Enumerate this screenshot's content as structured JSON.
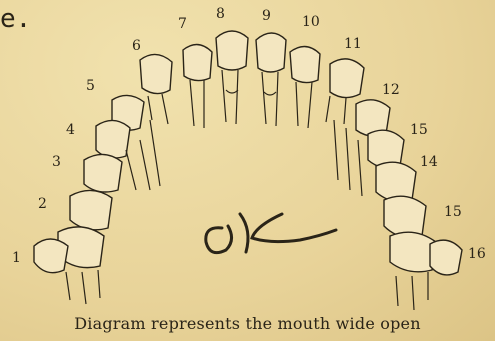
{
  "header_fragment": "e.",
  "tooth_numbers": {
    "n1": "1",
    "n2": "2",
    "n3": "3",
    "n4": "4",
    "n5": "5",
    "n6": "6",
    "n7": "7",
    "n8": "8",
    "n9": "9",
    "n10": "10",
    "n11": "11",
    "n12": "12",
    "n13": "15",
    "n14": "14",
    "n15": "15",
    "n16": "16"
  },
  "handwritten_note": "OK",
  "caption": "Diagram represents the mouth wide open"
}
